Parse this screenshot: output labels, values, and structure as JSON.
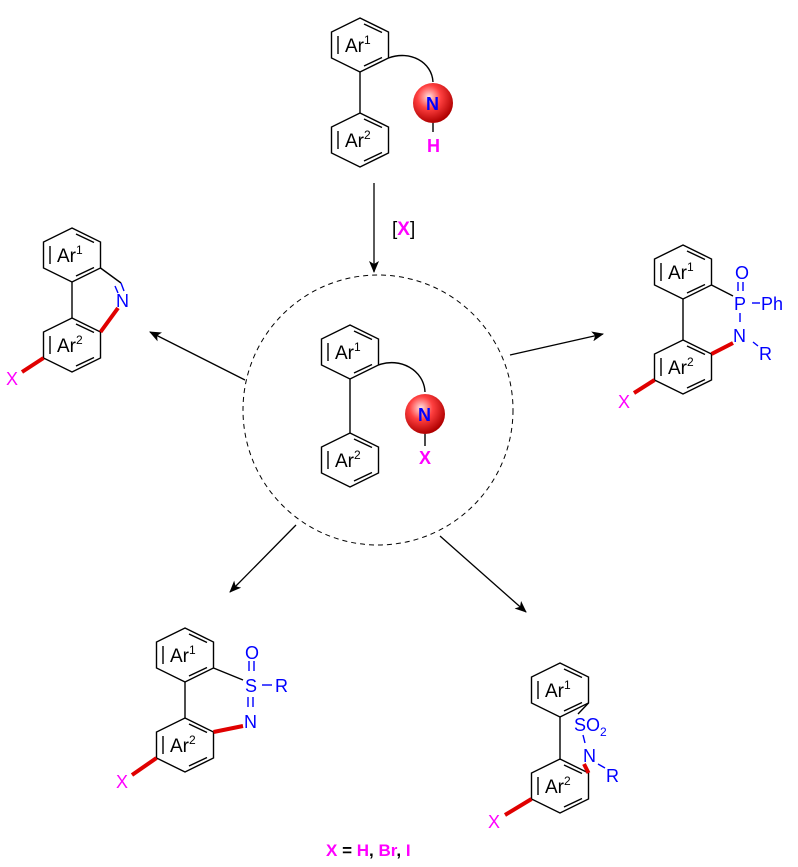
{
  "labels": {
    "ar_base": "Ar",
    "sup1": "1",
    "sup2": "2",
    "N": "N",
    "H": "H",
    "X": "X",
    "reagent_open": "[",
    "reagent_X": "X",
    "reagent_close": "]"
  },
  "products": {
    "phenanthridine": {
      "N": "N",
      "X": "X"
    },
    "phosphonamide": {
      "O": "O",
      "P": "P",
      "Ph": "Ph",
      "N": "N",
      "R": "R",
      "X": "X"
    },
    "sulfoximine": {
      "O": "O",
      "S": "S",
      "R": "R",
      "N": "N",
      "X": "X"
    },
    "sultam": {
      "SO": "SO",
      "sub2": "2",
      "N": "N",
      "R": "R",
      "X": "X"
    }
  },
  "caption": {
    "X": "X",
    "eq": " = ",
    "H": "H",
    "sep1": ", ",
    "Br": "Br",
    "sep2": ", ",
    "I": "I"
  },
  "colors": {
    "heteroatom": "#0000ff",
    "halogen": "#ff00ff",
    "new_bond": "#e00000",
    "ball": "#e02020"
  }
}
